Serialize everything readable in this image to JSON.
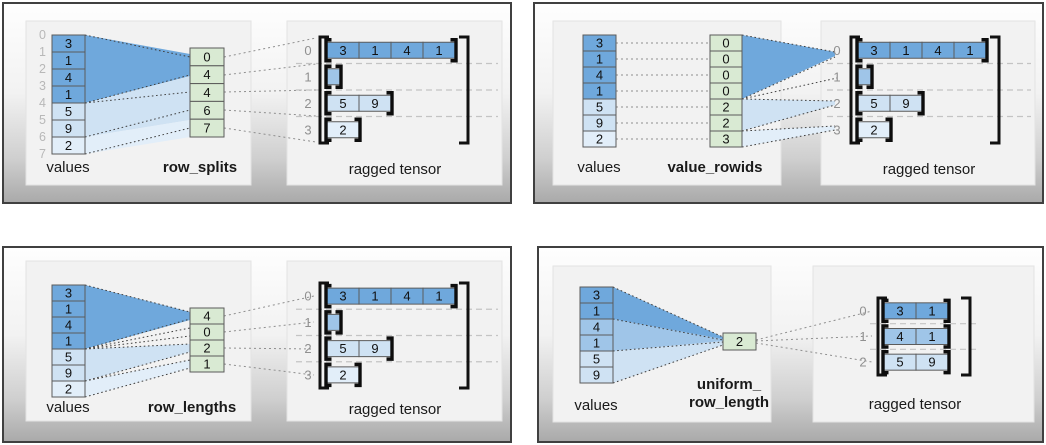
{
  "colors": {
    "dark": "#6fa8dc",
    "medium": "#9fc5e8",
    "light": "#cfe2f3",
    "pale": "#e2eef9",
    "green": "#d9ead3",
    "cell_border": "#5b5b5b",
    "boundary_index": "#b8b8b8",
    "row_index": "#909090",
    "label": "#1a1a1a",
    "box_border": "#404040",
    "panel_bg": "#f2f2f2",
    "panel_border": "#e3e3e3",
    "grad_top": "#fefefe",
    "grad_bottom": "#a9a9a9"
  },
  "panels": [
    {
      "id": "row_splits",
      "values_label": "values",
      "param_label": [
        "row_splits"
      ],
      "tensor_label": "ragged tensor",
      "values": [
        {
          "v": "3",
          "shade": "dark"
        },
        {
          "v": "1",
          "shade": "dark"
        },
        {
          "v": "4",
          "shade": "dark"
        },
        {
          "v": "1",
          "shade": "dark"
        },
        {
          "v": "5",
          "shade": "light"
        },
        {
          "v": "9",
          "shade": "light"
        },
        {
          "v": "2",
          "shade": "pale"
        }
      ],
      "boundary_indices": [
        "0",
        "1",
        "2",
        "3",
        "4",
        "5",
        "6",
        "7"
      ],
      "param_cells": [
        "0",
        "4",
        "4",
        "6",
        "7"
      ],
      "tensor_rows": [
        {
          "index": "0",
          "cells": [
            "3",
            "1",
            "4",
            "1"
          ],
          "shade": "dark"
        },
        {
          "index": "1",
          "cells": [],
          "shade": "medium"
        },
        {
          "index": "2",
          "cells": [
            "5",
            "9"
          ],
          "shade": "light"
        },
        {
          "index": "3",
          "cells": [
            "2"
          ],
          "shade": "pale"
        }
      ]
    },
    {
      "id": "value_rowids",
      "values_label": "values",
      "param_label": [
        "value_rowids"
      ],
      "tensor_label": "ragged tensor",
      "values": [
        {
          "v": "3",
          "shade": "dark"
        },
        {
          "v": "1",
          "shade": "dark"
        },
        {
          "v": "4",
          "shade": "dark"
        },
        {
          "v": "1",
          "shade": "dark"
        },
        {
          "v": "5",
          "shade": "light"
        },
        {
          "v": "9",
          "shade": "light"
        },
        {
          "v": "2",
          "shade": "pale"
        }
      ],
      "param_cells": [
        "0",
        "0",
        "0",
        "0",
        "2",
        "2",
        "3"
      ],
      "tensor_rows": [
        {
          "index": "0",
          "cells": [
            "3",
            "1",
            "4",
            "1"
          ],
          "shade": "dark"
        },
        {
          "index": "1",
          "cells": [],
          "shade": "medium"
        },
        {
          "index": "2",
          "cells": [
            "5",
            "9"
          ],
          "shade": "light"
        },
        {
          "index": "3",
          "cells": [
            "2"
          ],
          "shade": "pale"
        }
      ]
    },
    {
      "id": "row_lengths",
      "values_label": "values",
      "param_label": [
        "row_lengths"
      ],
      "tensor_label": "ragged tensor",
      "values": [
        {
          "v": "3",
          "shade": "dark"
        },
        {
          "v": "1",
          "shade": "dark"
        },
        {
          "v": "4",
          "shade": "dark"
        },
        {
          "v": "1",
          "shade": "dark"
        },
        {
          "v": "5",
          "shade": "light"
        },
        {
          "v": "9",
          "shade": "light"
        },
        {
          "v": "2",
          "shade": "pale"
        }
      ],
      "param_cells": [
        "4",
        "0",
        "2",
        "1"
      ],
      "tensor_rows": [
        {
          "index": "0",
          "cells": [
            "3",
            "1",
            "4",
            "1"
          ],
          "shade": "dark"
        },
        {
          "index": "1",
          "cells": [],
          "shade": "medium"
        },
        {
          "index": "2",
          "cells": [
            "5",
            "9"
          ],
          "shade": "light"
        },
        {
          "index": "3",
          "cells": [
            "2"
          ],
          "shade": "pale"
        }
      ]
    },
    {
      "id": "uniform_row_length",
      "values_label": "values",
      "param_label": [
        "uniform_",
        "row_length"
      ],
      "tensor_label": "ragged tensor",
      "values": [
        {
          "v": "3",
          "shade": "dark"
        },
        {
          "v": "1",
          "shade": "dark"
        },
        {
          "v": "4",
          "shade": "medium"
        },
        {
          "v": "1",
          "shade": "medium"
        },
        {
          "v": "5",
          "shade": "light"
        },
        {
          "v": "9",
          "shade": "light"
        }
      ],
      "param_cells": [
        "2"
      ],
      "tensor_rows": [
        {
          "index": "0",
          "cells": [
            "3",
            "1"
          ],
          "shade": "dark"
        },
        {
          "index": "1",
          "cells": [
            "4",
            "1"
          ],
          "shade": "medium"
        },
        {
          "index": "2",
          "cells": [
            "5",
            "9"
          ],
          "shade": "light"
        }
      ]
    }
  ]
}
